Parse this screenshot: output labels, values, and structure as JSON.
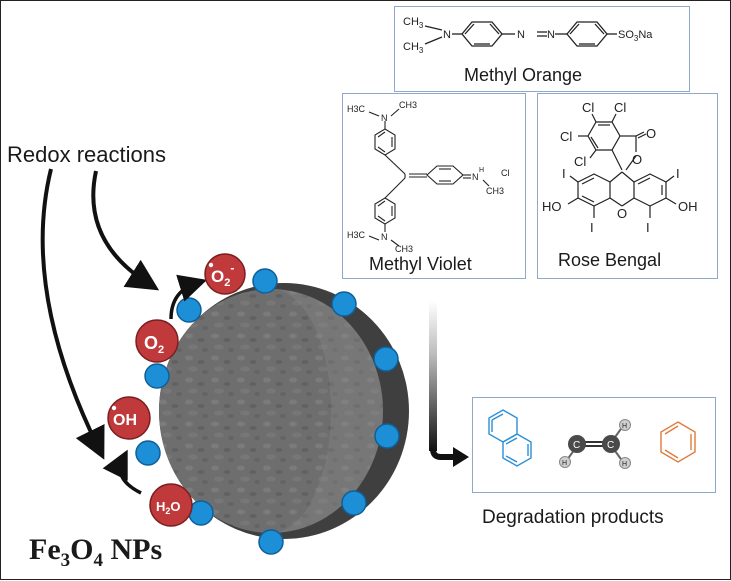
{
  "labels": {
    "redox": "Redox reactions",
    "methyl_orange": "Methyl Orange",
    "methyl_violet": "Methyl Violet",
    "rose_bengal": "Rose Bengal",
    "degradation": "Degradation products",
    "np_main": "Fe",
    "np_sub3": "3",
    "np_o": "O",
    "np_sub4": "4",
    "np_tail": " NPs"
  },
  "species": {
    "superoxide": "O",
    "superoxide_sub": "2",
    "superoxide_sup": "-",
    "oxygen": "O",
    "oxygen_sub": "2",
    "hydroxyl": "OH",
    "water_h": "H",
    "water_sub": "2",
    "water_o": "O"
  },
  "methyl_orange_struct": {
    "ch3_top": "CH",
    "ch3_top_sub": "3",
    "ch3_bot": "CH",
    "ch3_bot_sub": "3",
    "n": "N",
    "azo_n1": "N",
    "azo_n2": "N",
    "so3na": "SO",
    "so3na_sub": "3",
    "so3na_tail": "Na"
  },
  "methyl_violet_struct": {
    "h3c_top": "H3C",
    "ch3_top": "CH3",
    "n_top": "N",
    "nplus": "N",
    "nplus_h": "H",
    "nplus_ch3": "CH3",
    "cl": "Cl",
    "h3c_bot": "H3C",
    "n_bot": "N",
    "ch3_bot": "CH3"
  },
  "rose_bengal_struct": {
    "cl1": "Cl",
    "cl2": "Cl",
    "cl3": "Cl",
    "cl4": "Cl",
    "o_carbonyl": "O",
    "o_lactone": "O",
    "i_left_top": "I",
    "i_right_top": "I",
    "ho": "HO",
    "oh": "OH",
    "o_ring": "O",
    "i_left_bot": "I",
    "i_right_bot": "I"
  },
  "ethylene_struct": {
    "c1": "C",
    "c2": "C",
    "h1": "H",
    "h2": "H",
    "h3": "H",
    "h4": "H"
  },
  "colors": {
    "sphere_dark": "#5a5a5a",
    "sphere_mid": "#6f6f6f",
    "blue_bead": "#1d8fd6",
    "red_species": "#c0393b",
    "naphthalene": "#2a8fd6",
    "benzene": "#e07b39",
    "box_border": "#8ea9c9"
  }
}
